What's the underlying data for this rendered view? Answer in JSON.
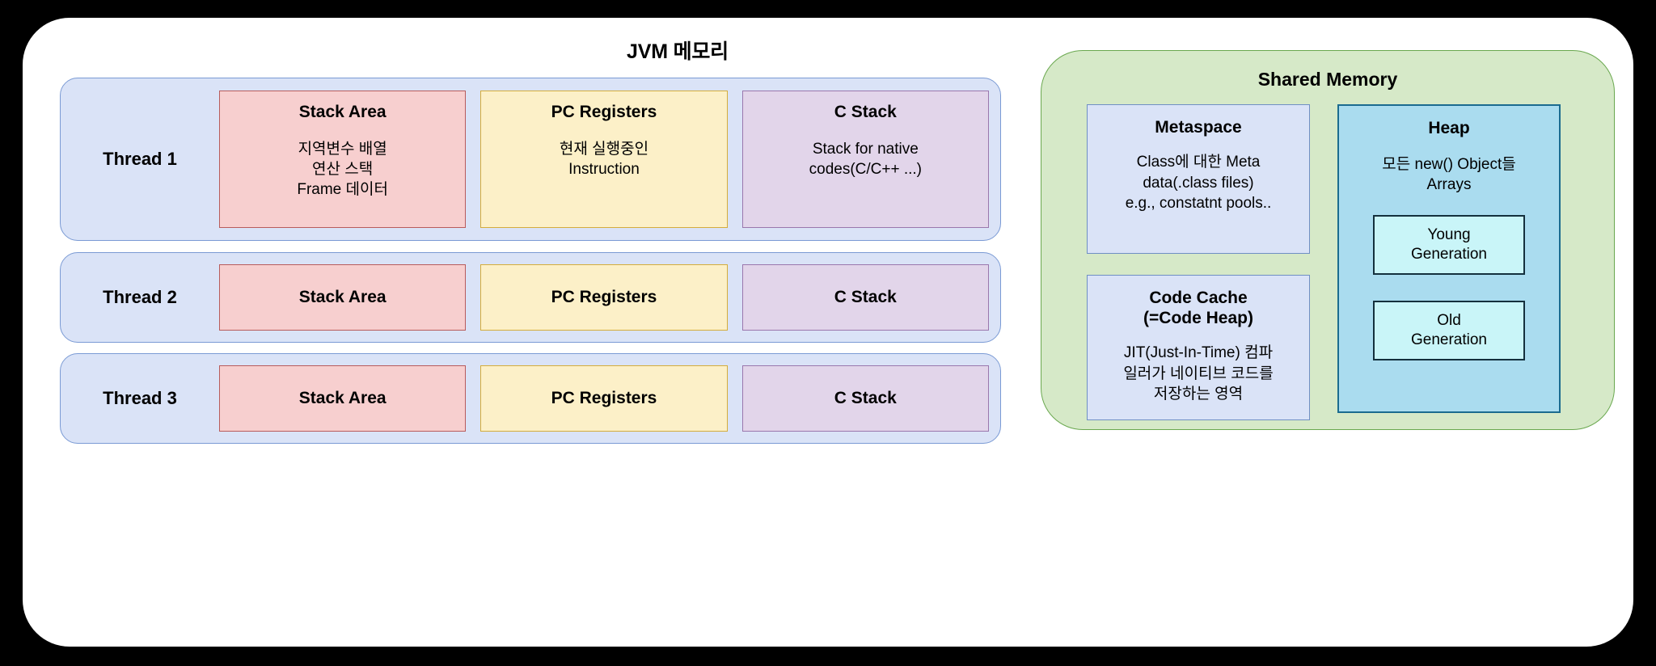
{
  "diagram": {
    "title": "JVM 메모리",
    "background_color": "#000000",
    "panel_color": "#ffffff"
  },
  "threads": [
    {
      "label": "Thread 1",
      "boxes": [
        {
          "title": "Stack Area",
          "desc": "지역변수 배열\n연산 스택\nFrame 데이터",
          "color": "#f7cfcf",
          "border": "#b85c5c"
        },
        {
          "title": "PC Registers",
          "desc": "현재 실행중인\nInstruction",
          "color": "#fcf0c8",
          "border": "#d4ad3c"
        },
        {
          "title": "C Stack",
          "desc": "Stack for native\ncodes(C/C++ ...)",
          "color": "#e2d5ea",
          "border": "#9a77ad"
        }
      ]
    },
    {
      "label": "Thread 2",
      "boxes": [
        {
          "title": "Stack Area",
          "desc": "",
          "color": "#f7cfcf",
          "border": "#b85c5c"
        },
        {
          "title": "PC Registers",
          "desc": "",
          "color": "#fcf0c8",
          "border": "#d4ad3c"
        },
        {
          "title": "C Stack",
          "desc": "",
          "color": "#e2d5ea",
          "border": "#9a77ad"
        }
      ]
    },
    {
      "label": "Thread 3",
      "boxes": [
        {
          "title": "Stack Area",
          "desc": "",
          "color": "#f7cfcf",
          "border": "#b85c5c"
        },
        {
          "title": "PC Registers",
          "desc": "",
          "color": "#fcf0c8",
          "border": "#d4ad3c"
        },
        {
          "title": "C Stack",
          "desc": "",
          "color": "#e2d5ea",
          "border": "#9a77ad"
        }
      ]
    }
  ],
  "shared_memory": {
    "title": "Shared Memory",
    "color": "#d6e9c8",
    "border": "#6aa84f",
    "metaspace": {
      "title": "Metaspace",
      "desc": "Class에 대한 Meta\ndata(.class files)\ne.g., constatnt pools..",
      "color": "#dae3f7"
    },
    "code_cache": {
      "title": "Code Cache\n(=Code Heap)",
      "desc": "JIT(Just-In-Time) 컴파\n일러가 네이티브 코드를\n저장하는 영역",
      "color": "#dae3f7"
    },
    "heap": {
      "title": "Heap",
      "desc": "모든 new() Object들\nArrays",
      "color": "#aadcef",
      "generations": [
        {
          "label": "Young\nGeneration",
          "color": "#c9f5f8"
        },
        {
          "label": "Old\nGeneration",
          "color": "#c9f5f8"
        }
      ]
    }
  }
}
